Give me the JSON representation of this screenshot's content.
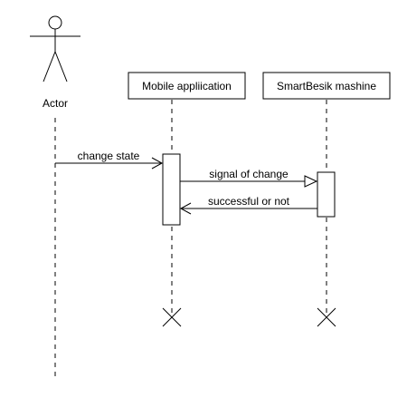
{
  "diagram": {
    "type": "sequence",
    "participants": {
      "actor": "Actor",
      "mobile_app": "Mobile appliication",
      "machine": "SmartBesik mashine"
    },
    "messages": {
      "change_state": "change state",
      "signal_of_change": "signal of change",
      "successful_or_not": "successful or not"
    }
  }
}
